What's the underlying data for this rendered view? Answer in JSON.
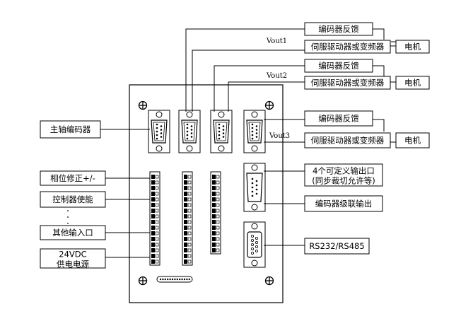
{
  "boxes": {
    "encoder_feedback_1": "编码器反馈",
    "servo_drive_1": "伺服驱动器或变频器",
    "motor_1": "电机",
    "encoder_feedback_2": "编码器反馈",
    "servo_drive_2": "伺服驱动器或变频器",
    "motor_2": "电机",
    "encoder_feedback_3": "编码器反馈",
    "servo_drive_3": "伺服驱动器或变频器",
    "motor_3": "电机",
    "spindle_encoder": "主轴编码器",
    "phase_correction": "相位修正+/-",
    "controller_enable": "控制器使能",
    "other_inputs": "其他输入口",
    "power_line1": "24VDC",
    "power_line2": "供电电源",
    "outputs_line1": "4个可定义输出口",
    "outputs_line2": "(同步裁切允许等)",
    "encoder_cascade": "编码器级联输出",
    "serial": "RS232/RS485"
  },
  "signals": {
    "vout1": "Vout1",
    "vout2": "Vout2",
    "vout3": "Vout3"
  },
  "ellipsis": ".\n.\n."
}
